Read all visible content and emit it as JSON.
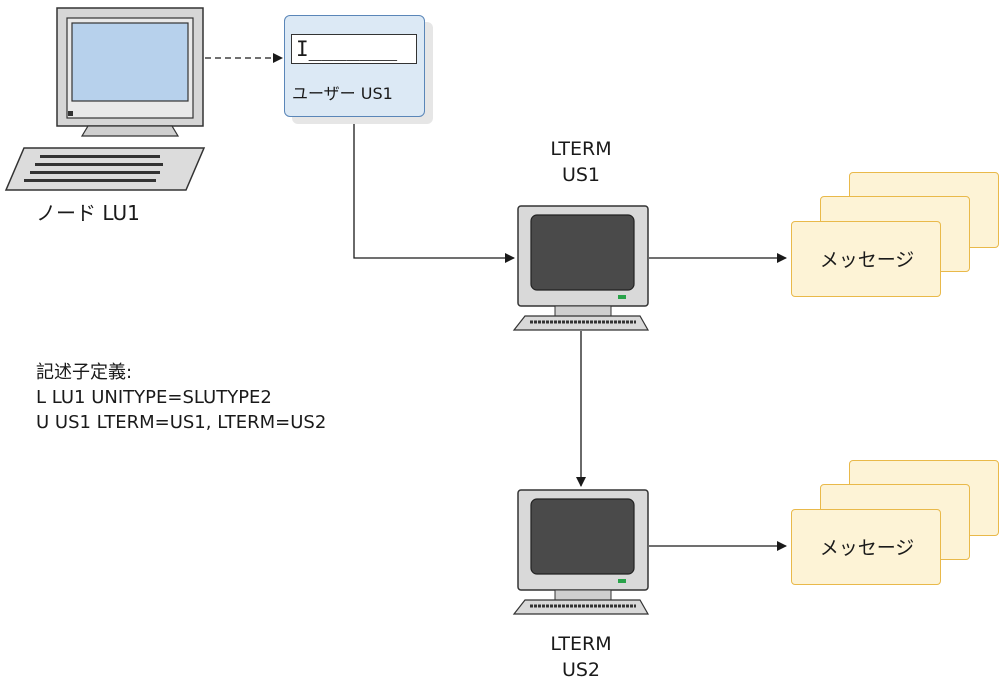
{
  "node": {
    "label": "ノード LU1"
  },
  "signon": {
    "input_value": "I_______",
    "user_label": "ユーザー US1"
  },
  "lterm1": {
    "line1": "LTERM",
    "line2": "US1"
  },
  "lterm2": {
    "line1": "LTERM",
    "line2": "US2"
  },
  "messages": {
    "label1": "メッセージ",
    "label2": "メッセージ"
  },
  "definitions": {
    "heading": "記述子定義:",
    "line1": "L LU1 UNITYPE=SLUTYPE2",
    "line2": "U US1 LTERM=US1, LTERM=US2"
  },
  "colors": {
    "signon_fill": "#dce9f5",
    "signon_border": "#5a86b8",
    "message_fill": "#fdf3d6",
    "message_border": "#e9b94a"
  }
}
